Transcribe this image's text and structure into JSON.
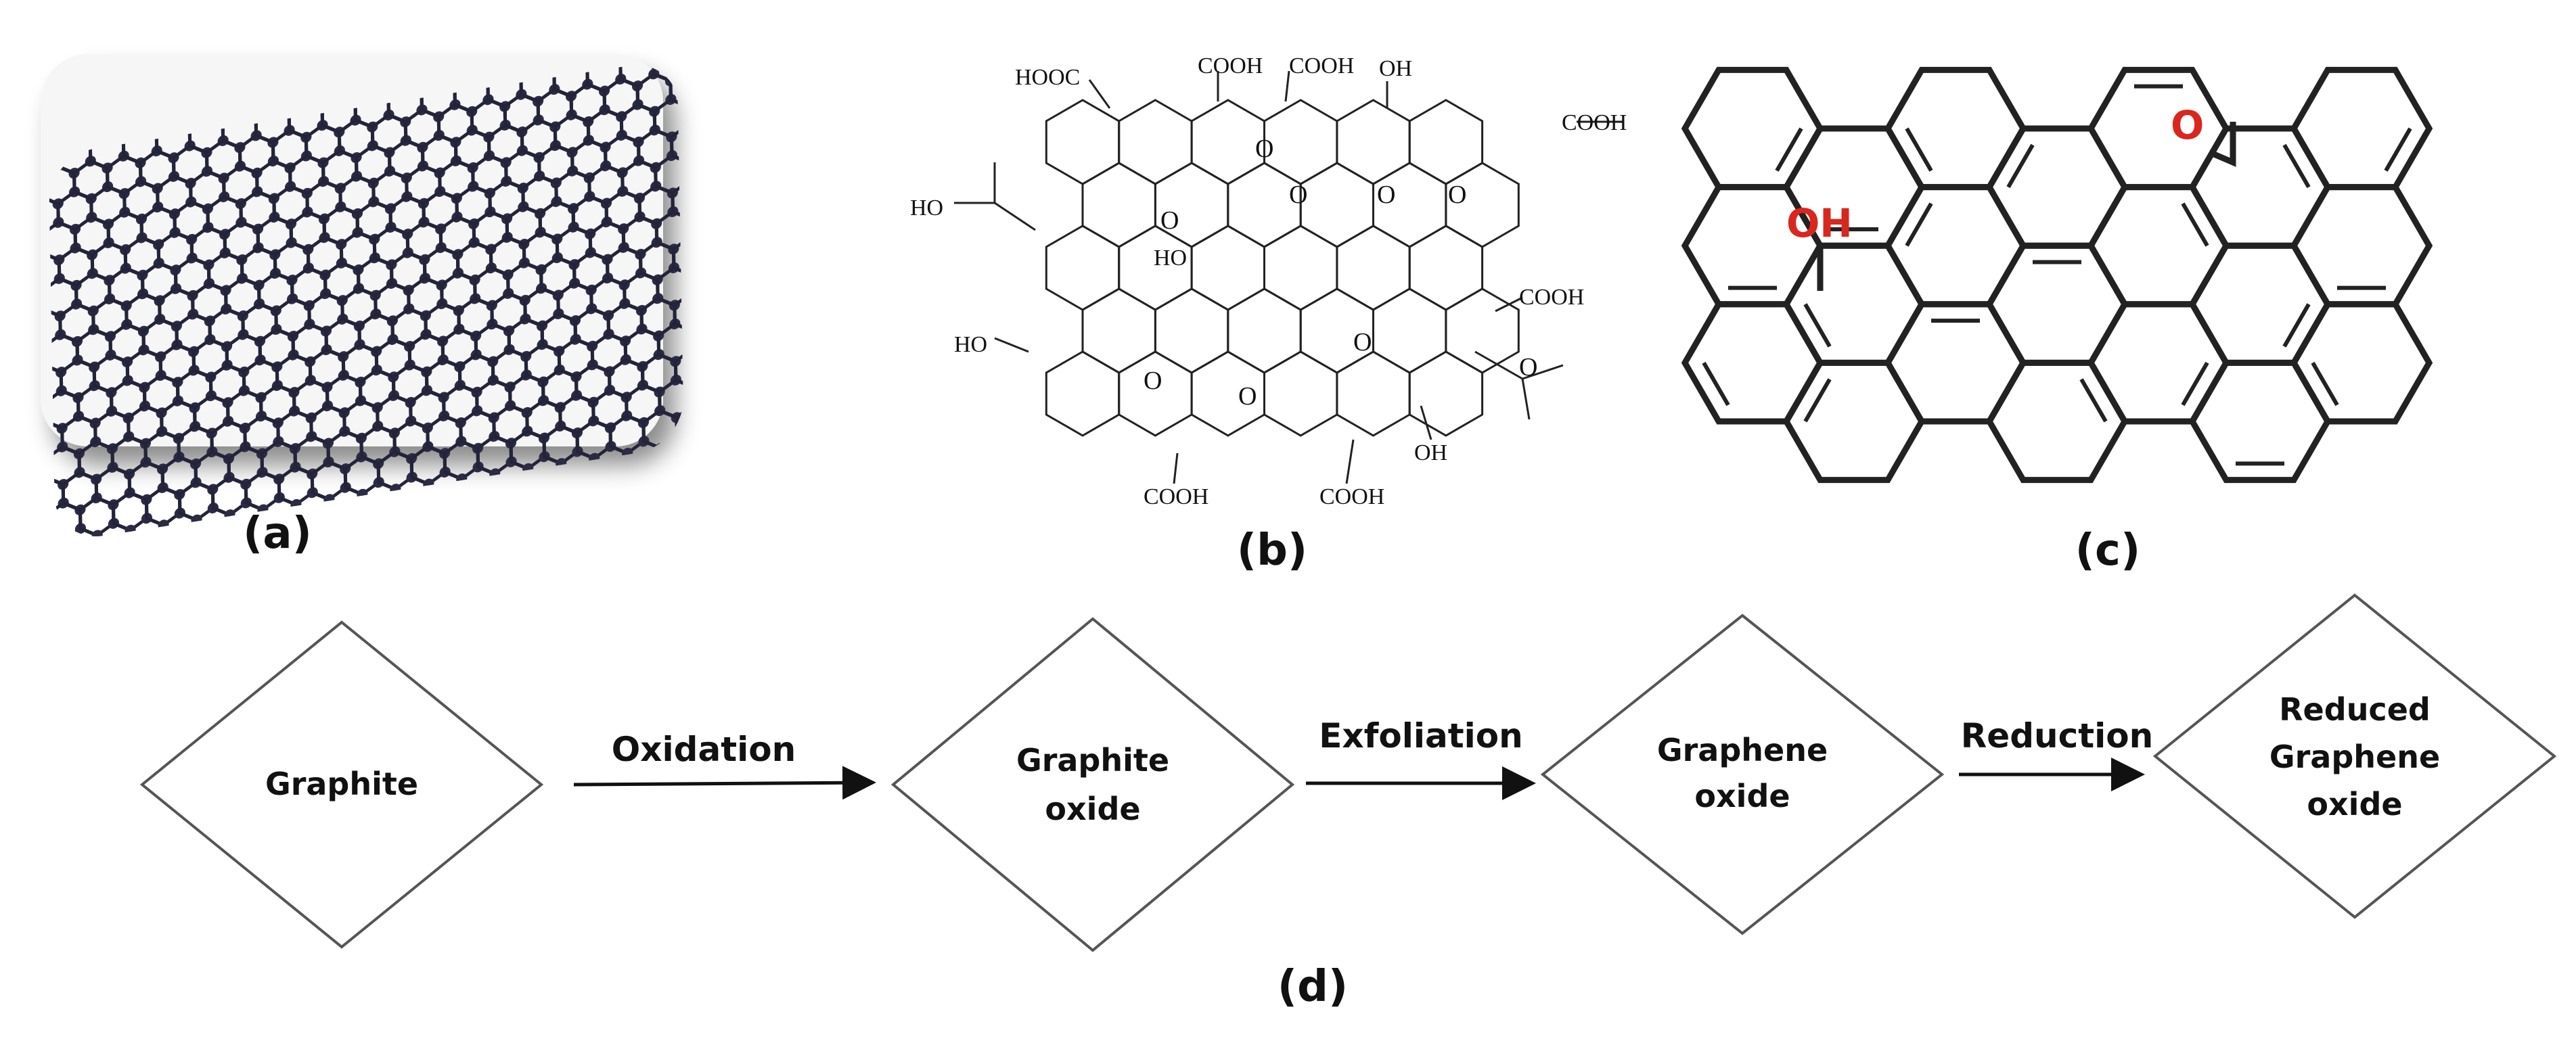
{
  "panels": {
    "a": {
      "label": "(a)"
    },
    "b": {
      "label": "(b)",
      "groups": [
        "HOOC",
        "COOH",
        "COOH",
        "OH",
        "COOH",
        "HO",
        "HO",
        "COOH",
        "HO",
        "O",
        "OH",
        "COOH",
        "COOH",
        "O",
        "O",
        "O",
        "O",
        "O",
        "O",
        "O",
        "O"
      ]
    },
    "c": {
      "label": "(c)",
      "groups": [
        "OH",
        "O"
      ]
    },
    "d": {
      "label": "(d)",
      "steps": [
        {
          "lines": [
            "Graphite"
          ]
        },
        {
          "lines": [
            "Graphite",
            "oxide"
          ]
        },
        {
          "lines": [
            "Graphene",
            "oxide"
          ]
        },
        {
          "lines": [
            "Reduced",
            "Graphene",
            "oxide"
          ]
        }
      ],
      "arrows": [
        "Oxidation",
        "Exfoliation",
        "Reduction"
      ]
    }
  },
  "colors": {
    "ink": "#111111",
    "highlight": "#d9271e",
    "atom": "#2b2b44"
  }
}
